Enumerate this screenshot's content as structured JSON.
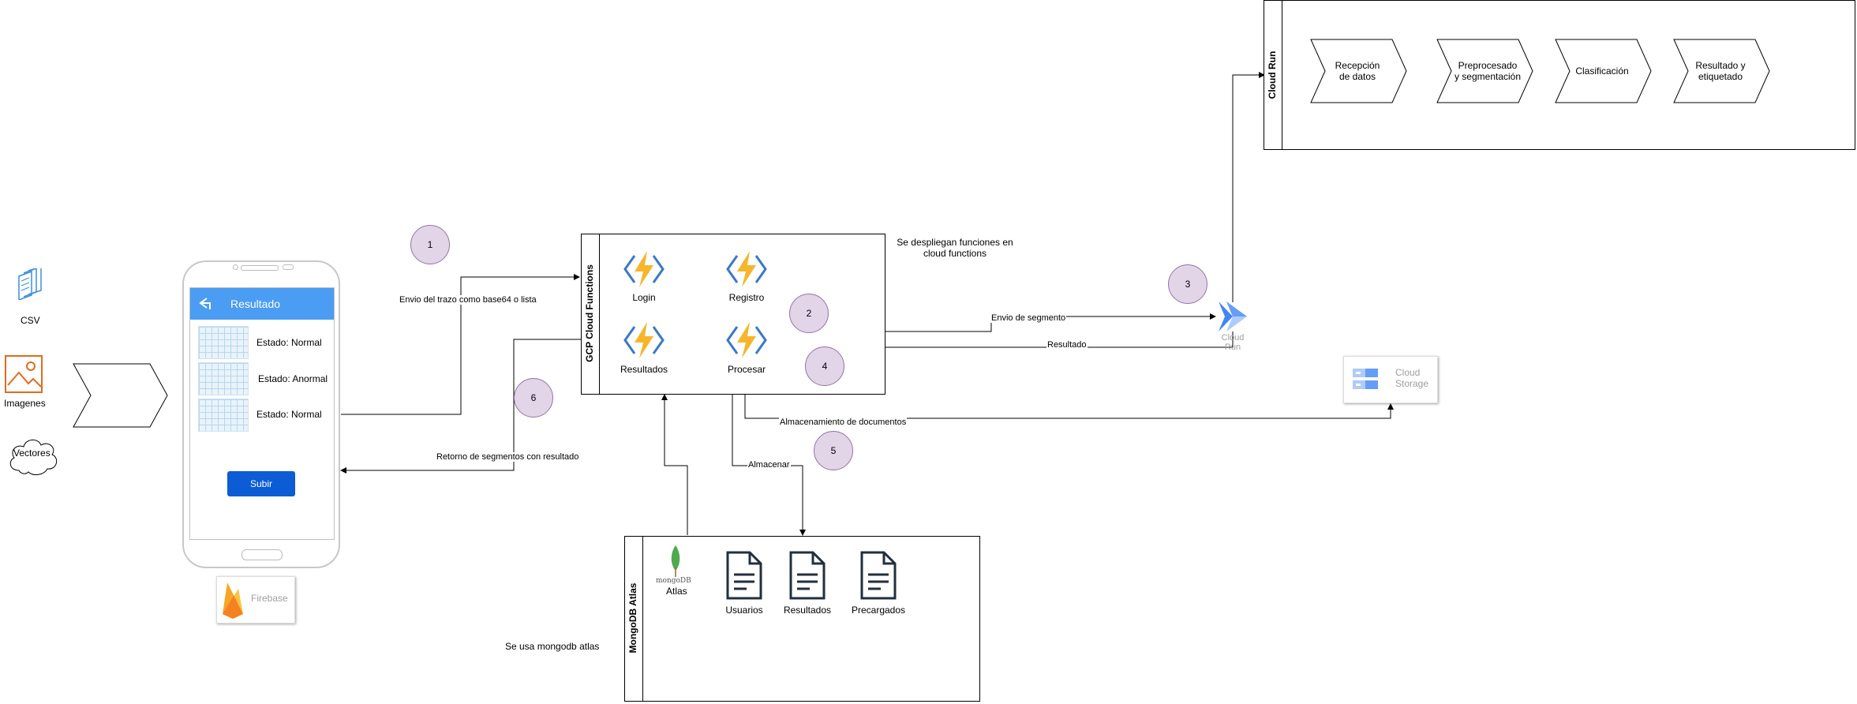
{
  "left_sources": {
    "csv_label": "CSV",
    "images_label": "Imagenes",
    "vectors_label": "Vectores"
  },
  "phone": {
    "title": "Resultado",
    "results": [
      "Estado: Normal",
      "Estado: Anormal",
      "Estado: Normal"
    ],
    "upload_label": "Subir"
  },
  "firebase_label": "Firebase",
  "gcp": {
    "title": "GCP Cloud Functions",
    "functions": [
      "Login",
      "Registro",
      "Resultados",
      "Procesar"
    ],
    "note": "Se despliegan funciones en\ncloud functions"
  },
  "cloud_run": {
    "title": "Cloud Run",
    "steps": [
      "Recepción\nde datos",
      "Preprocesado\ny segmentación",
      "Clasificación",
      "Resultado y\netiquetado"
    ],
    "icon_label": "Cloud\nRun"
  },
  "cloud_storage_label": "Cloud\nStorage",
  "mongo": {
    "title": "MongoDB Atlas",
    "logo_text": "mongoDB",
    "atlas_label": "Atlas",
    "collections": [
      "Usuarios",
      "Resultados",
      "Precargados"
    ],
    "note": "Se usa mongodb atlas"
  },
  "edges": {
    "e1": "Envio del trazo como base64 o lista",
    "e2": "Envio de segmento",
    "e4": "Resultado",
    "e5a": "Almacenamiento de documentos",
    "e5b": "Almacenar",
    "e6": "Retorno de segmentos con resultado"
  },
  "steps": [
    "1",
    "2",
    "3",
    "4",
    "5",
    "6"
  ],
  "colors": {
    "step_fill": "#e1d5e7",
    "step_stroke": "#9673a6",
    "appbar": "#4a9df2",
    "button": "#0b5cd5",
    "function_icon": "#f6b62b",
    "function_bracket": "#3a78c9",
    "mongo_leaf": "#4fa94d",
    "firebase": "#f6a623",
    "cloud_run_icon": "#4285f4",
    "images_icon": "#e06c1f",
    "csv_icon": "#3b8fd9"
  }
}
